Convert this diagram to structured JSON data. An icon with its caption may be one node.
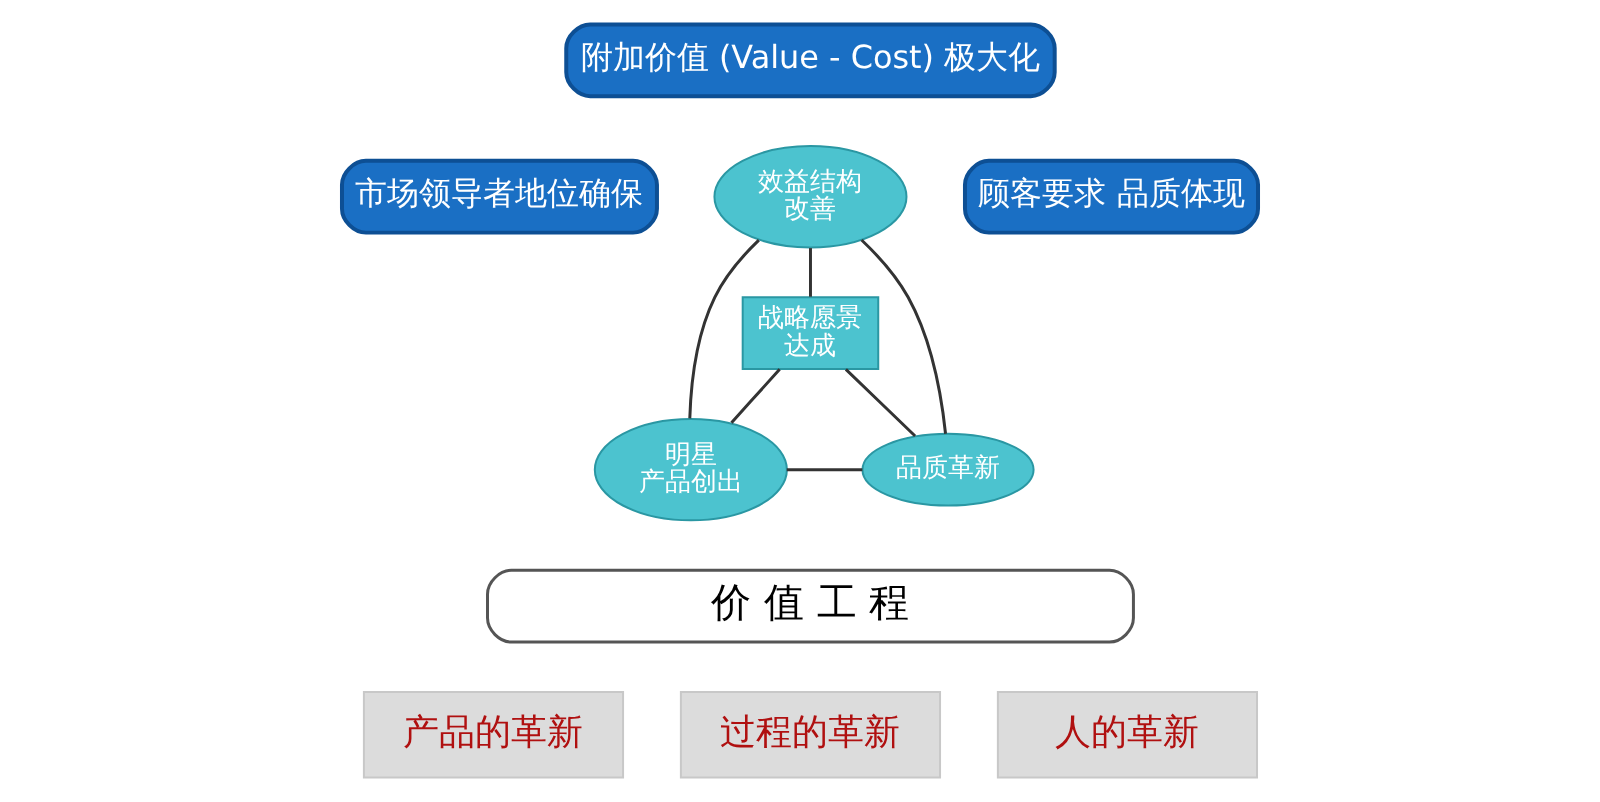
{
  "diagram": {
    "nodes": [
      {
        "text": [
          "附加价值 (Value - Cost) 极大化"
        ]
      },
      {
        "text": [
          "市场领导者地位确保"
        ]
      },
      {
        "text": [
          "顾客要求 品质体现"
        ]
      },
      {
        "text": [
          "效益结构改善"
        ]
      },
      {
        "text": [
          "战略愿景达成"
        ]
      },
      {
        "text": [
          "明星产品创出"
        ]
      },
      {
        "text": [
          "品质革新"
        ]
      },
      {
        "text": [
          "价 值 工 程"
        ]
      },
      {
        "text": [
          "产品的革新"
        ]
      },
      {
        "text": [
          "过程的革新"
        ]
      },
      {
        "text": [
          "人的革新"
        ]
      }
    ],
    "edges": [
      {
        "from": 3,
        "to": 5,
        "arrow": "none"
      },
      {
        "from": 3,
        "to": 6,
        "arrow": "none"
      },
      {
        "from": 3,
        "to": 4,
        "arrow": "none"
      },
      {
        "from": 4,
        "to": 5,
        "arrow": "none"
      },
      {
        "from": 4,
        "to": 6,
        "arrow": "none"
      },
      {
        "from": 5,
        "to": 6,
        "arrow": "none"
      }
    ]
  }
}
